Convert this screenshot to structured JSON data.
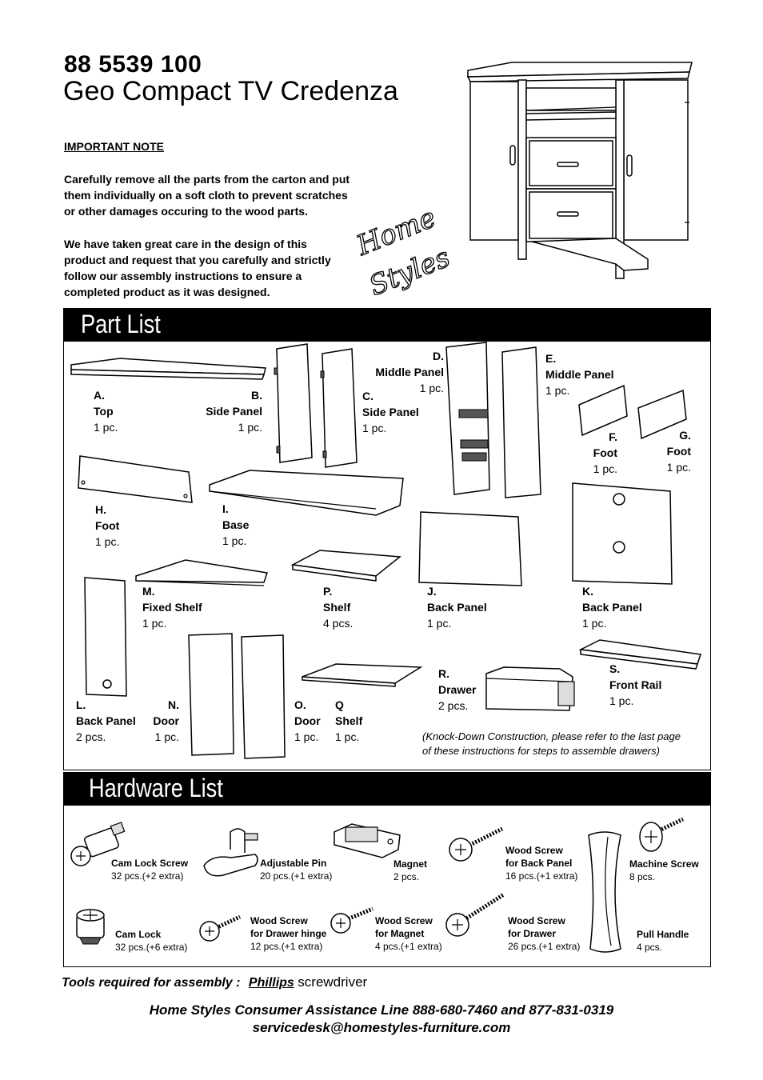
{
  "header": {
    "model_number": "88 5539 100",
    "product_name": "Geo Compact TV Credenza"
  },
  "note": {
    "heading": "IMPORTANT NOTE",
    "p1_lines": [
      "Carefully remove all the parts from the carton and put",
      "them individually on a soft cloth to prevent scratches",
      "or other damages occuring to the wood parts."
    ],
    "p2_lines": [
      "We have taken great care in the design of this",
      "product and request that you carefully and strictly",
      "follow our assembly instructions to ensure a",
      "completed product as it was designed."
    ]
  },
  "brand": {
    "logo_line1": "Home",
    "logo_line2": "Styles"
  },
  "part_list": {
    "title": "Part List",
    "parts": [
      {
        "id": "A.",
        "name": "Top",
        "qty": "1 pc."
      },
      {
        "id": "B.",
        "name": "Side Panel",
        "qty": "1 pc."
      },
      {
        "id": "C.",
        "name": "Side Panel",
        "qty": "1 pc."
      },
      {
        "id": "D.",
        "name": "Middle Panel",
        "qty": "1 pc."
      },
      {
        "id": "E.",
        "name": "Middle Panel",
        "qty": "1 pc."
      },
      {
        "id": "F.",
        "name": "Foot",
        "qty": "1 pc."
      },
      {
        "id": "G.",
        "name": "Foot",
        "qty": "1 pc."
      },
      {
        "id": "H.",
        "name": "Foot",
        "qty": "1 pc."
      },
      {
        "id": "I.",
        "name": "Base",
        "qty": "1 pc."
      },
      {
        "id": "M.",
        "name": "Fixed Shelf",
        "qty": "1 pc."
      },
      {
        "id": "P.",
        "name": "Shelf",
        "qty": "4 pcs."
      },
      {
        "id": "J.",
        "name": "Back Panel",
        "qty": "1 pc."
      },
      {
        "id": "K.",
        "name": "Back Panel",
        "qty": "1 pc."
      },
      {
        "id": "L.",
        "name": "Back Panel",
        "qty": "2 pcs."
      },
      {
        "id": "N.",
        "name": "Door",
        "qty": "1 pc."
      },
      {
        "id": "O.",
        "name": "Door",
        "qty": "1 pc."
      },
      {
        "id": "Q",
        "name": "Shelf",
        "qty": "1 pc."
      },
      {
        "id": "R.",
        "name": "Drawer",
        "qty": "2 pcs."
      },
      {
        "id": "S.",
        "name": "Front Rail",
        "qty": "1 pc."
      }
    ],
    "kd_note_lines": [
      "(Knock-Down Construction, please refer to the last page",
      "of these instructions for steps to assemble drawers)"
    ]
  },
  "hardware_list": {
    "title": "Hardware List",
    "items": [
      {
        "name_lines": [
          "Cam Lock Screw"
        ],
        "qty": "32 pcs.(+2 extra)"
      },
      {
        "name_lines": [
          "Adjustable Pin"
        ],
        "qty": "20 pcs.(+1 extra)"
      },
      {
        "name_lines": [
          "Magnet"
        ],
        "qty": "2 pcs."
      },
      {
        "name_lines": [
          "Wood Screw",
          "for Back Panel"
        ],
        "qty": "16 pcs.(+1 extra)"
      },
      {
        "name_lines": [
          "Machine Screw"
        ],
        "qty": "8 pcs."
      },
      {
        "name_lines": [
          "Cam Lock"
        ],
        "qty": "32 pcs.(+6 extra)"
      },
      {
        "name_lines": [
          "Wood Screw",
          "for Drawer hinge"
        ],
        "qty": "12 pcs.(+1 extra)"
      },
      {
        "name_lines": [
          "Wood Screw",
          "for Magnet"
        ],
        "qty": "4 pcs.(+1 extra)"
      },
      {
        "name_lines": [
          "Wood Screw",
          "for Drawer"
        ],
        "qty": "26 pcs.(+1 extra)"
      },
      {
        "name_lines": [
          "Pull Handle"
        ],
        "qty": "4 pcs."
      }
    ]
  },
  "tools": {
    "prefix": "Tools required  for  assembly :",
    "tool": "Phillips",
    "suffix": "screwdriver"
  },
  "footer": {
    "line1": "Home Styles Consumer Assistance Line 888-680-7460 and 877-831-0319",
    "line2": "servicedesk@homestyles-furniture.com"
  }
}
